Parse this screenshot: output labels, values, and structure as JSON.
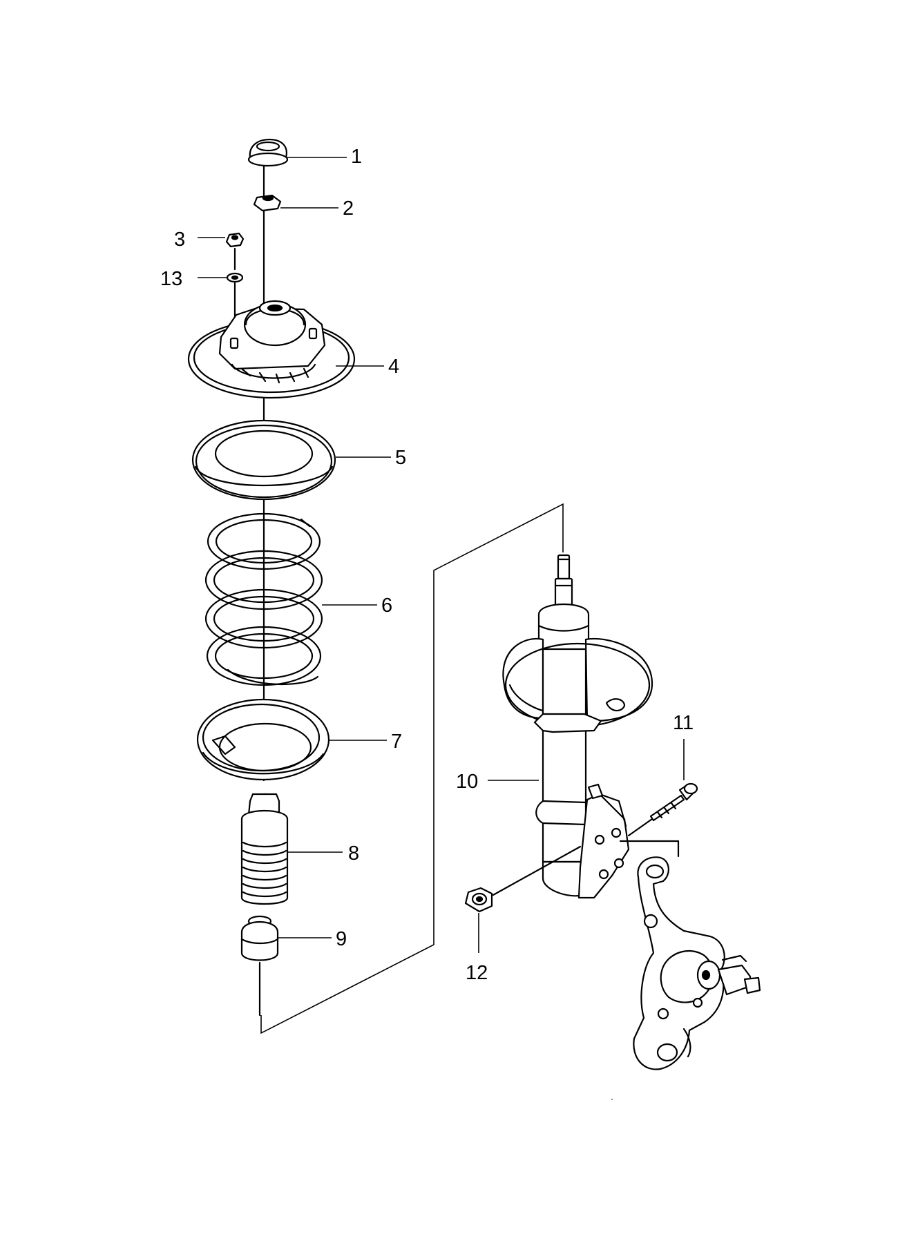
{
  "callouts": [
    {
      "id": "1",
      "text": "1"
    },
    {
      "id": "2",
      "text": "2"
    },
    {
      "id": "3",
      "text": "3"
    },
    {
      "id": "13",
      "text": "13"
    },
    {
      "id": "4",
      "text": "4"
    },
    {
      "id": "5",
      "text": "5"
    },
    {
      "id": "6",
      "text": "6"
    },
    {
      "id": "7",
      "text": "7"
    },
    {
      "id": "8",
      "text": "8"
    },
    {
      "id": "9",
      "text": "9"
    },
    {
      "id": "10",
      "text": "10"
    },
    {
      "id": "11",
      "text": "11"
    },
    {
      "id": "12",
      "text": "12"
    }
  ]
}
